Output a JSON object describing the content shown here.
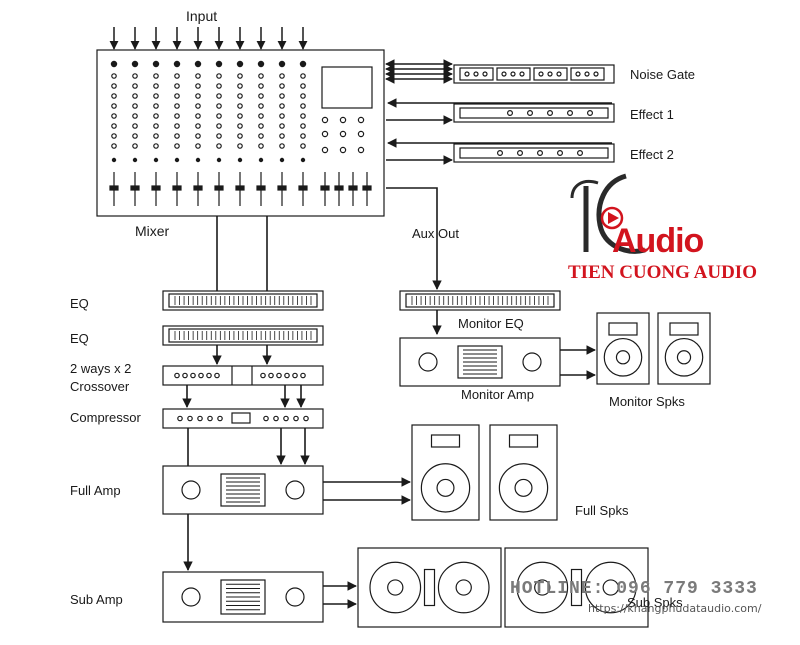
{
  "labels": {
    "input": "Input",
    "mixer": "Mixer",
    "noise_gate": "Noise Gate",
    "effect1": "Effect 1",
    "effect2": "Effect 2",
    "aux_out": "Aux Out",
    "eq1": "EQ",
    "eq2": "EQ",
    "crossover_line1": "2 ways x 2",
    "crossover_line2": "Crossover",
    "compressor": "Compressor",
    "full_amp": "Full Amp",
    "sub_amp": "Sub Amp",
    "monitor_eq": "Monitor EQ",
    "monitor_amp": "Monitor Amp",
    "monitor_spks": "Monitor Spks",
    "full_spks": "Full Spks",
    "sub_spks": "Sub Spks"
  },
  "brand": {
    "logo_text": "Audio",
    "logo_icon": "tc-play-logo-icon",
    "name": "TIEN CUONG AUDIO",
    "hotline": "HOTLINE: 096 779 3333",
    "website": "https://khangphudataudio.com/"
  },
  "colors": {
    "line": "#1a1a1a",
    "brand_red": "#d2141e",
    "watermark_gray": "#7a7a7a"
  }
}
